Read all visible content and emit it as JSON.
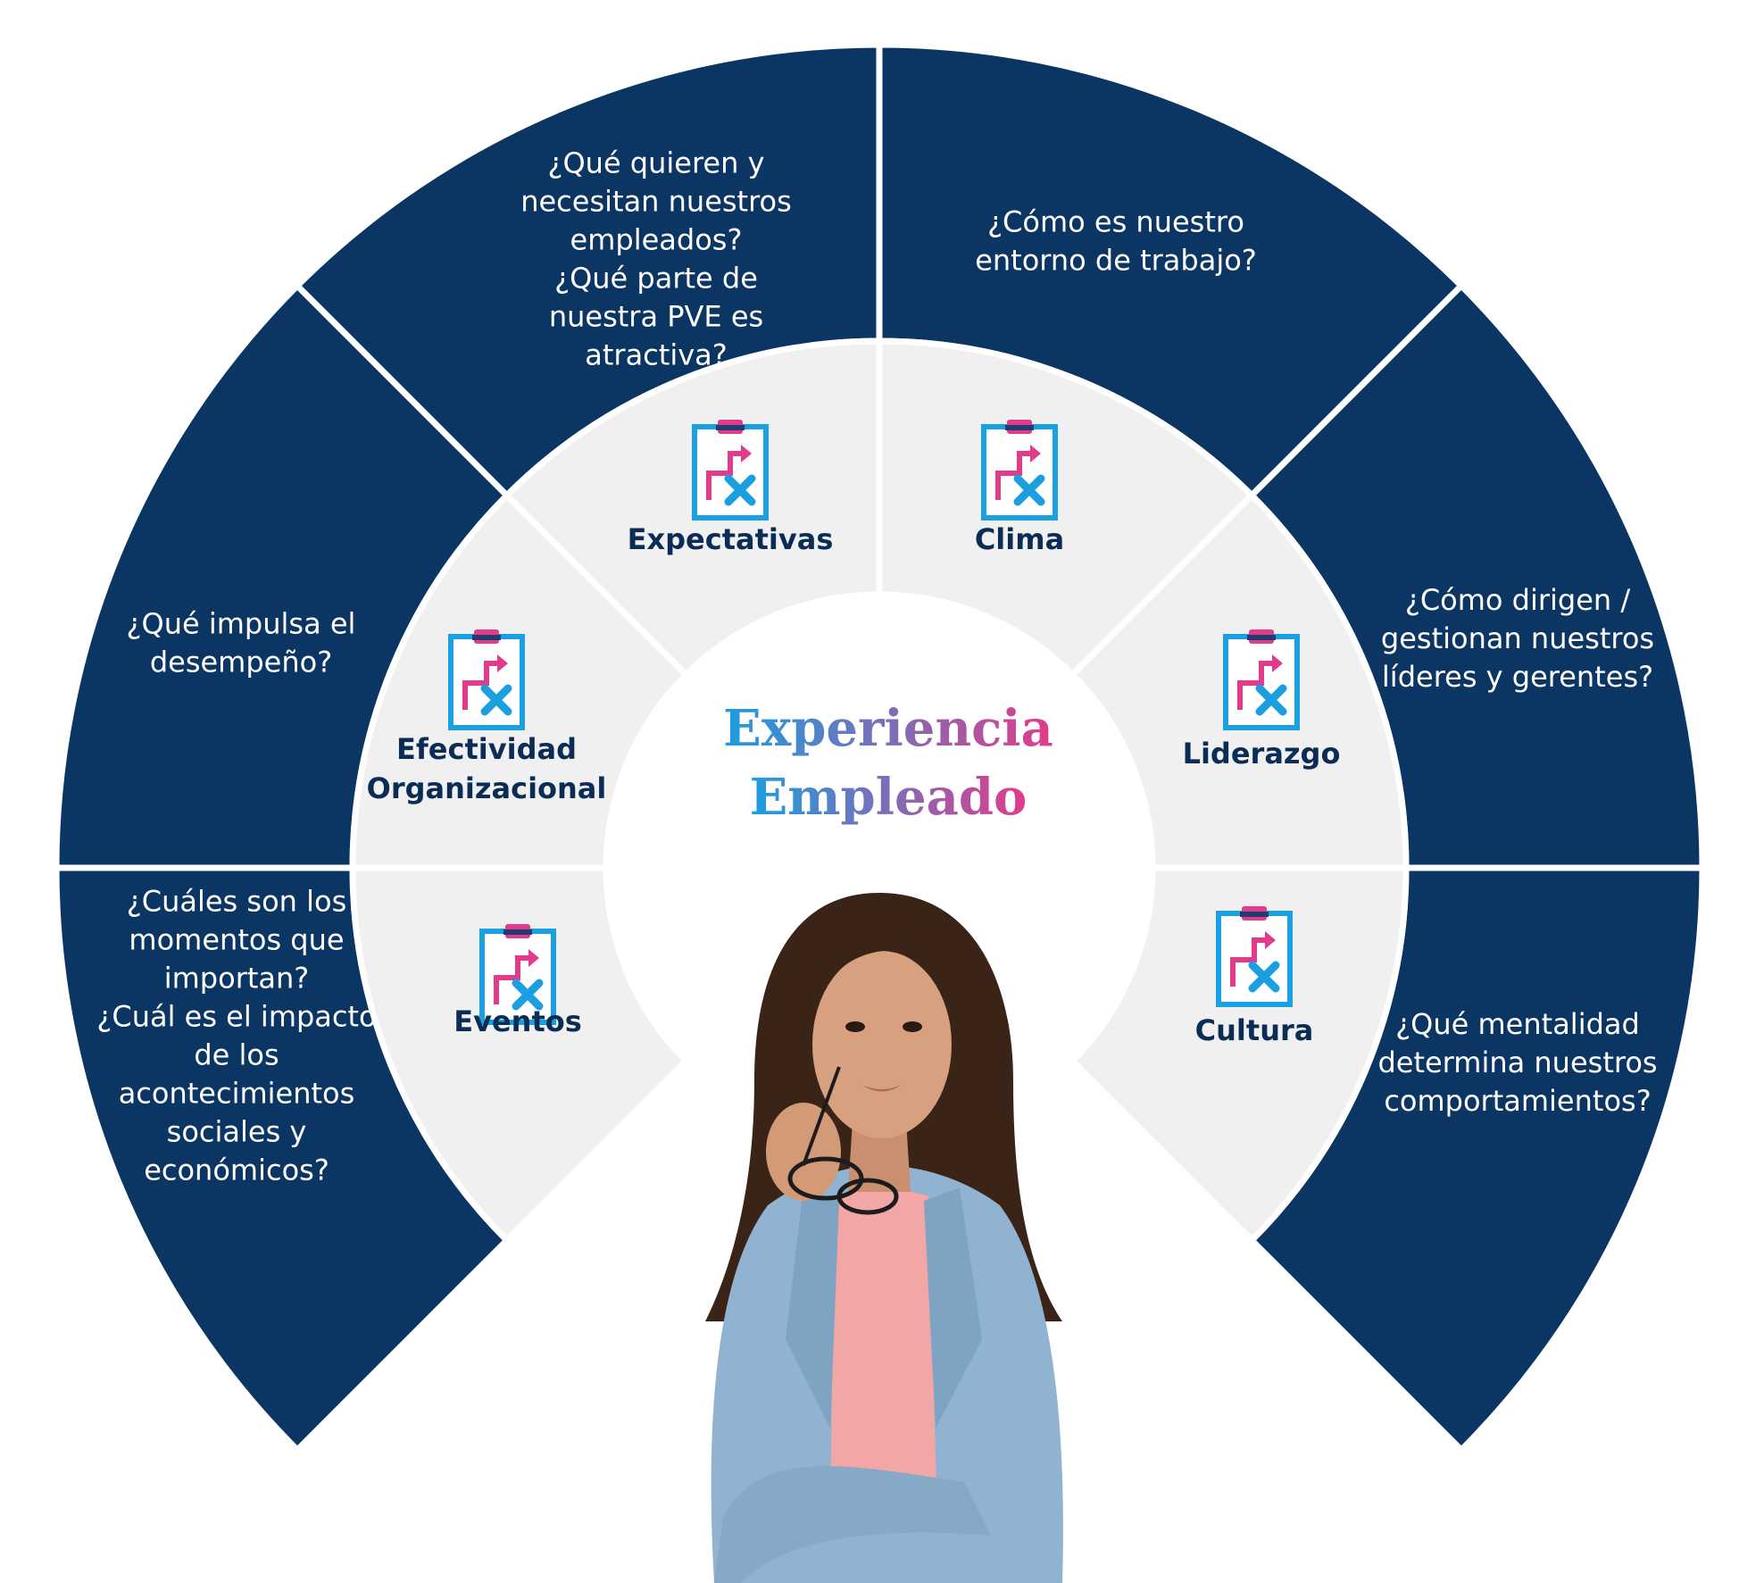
{
  "title": {
    "line1": "Experiencia",
    "line2": "Empleado"
  },
  "segments": [
    {
      "id": "eventos",
      "label_lines": [
        "Eventos"
      ],
      "question_lines": [
        "¿Cuáles son los",
        "momentos que",
        "importan?",
        "¿Cuál es el impacto",
        "de los",
        "acontecimientos",
        "sociales y",
        "económicos?"
      ],
      "icon": "clipboard-route-icon"
    },
    {
      "id": "efectividad-organizacional",
      "label_lines": [
        "Efectividad",
        "Organizacional"
      ],
      "question_lines": [
        "¿Qué impulsa el",
        "desempeño?"
      ],
      "icon": "clipboard-route-icon"
    },
    {
      "id": "expectativas",
      "label_lines": [
        "Expectativas"
      ],
      "question_lines": [
        "¿Qué quieren y",
        "necesitan nuestros",
        "empleados?",
        "¿Qué parte de",
        "nuestra PVE es",
        "atractiva?"
      ],
      "icon": "clipboard-route-icon"
    },
    {
      "id": "clima",
      "label_lines": [
        "Clima"
      ],
      "question_lines": [
        "¿Cómo es nuestro",
        "entorno de trabajo?"
      ],
      "icon": "clipboard-route-icon"
    },
    {
      "id": "liderazgo",
      "label_lines": [
        "Liderazgo"
      ],
      "question_lines": [
        "¿Cómo dirigen /",
        "gestionan nuestros",
        "líderes y gerentes?"
      ],
      "icon": "clipboard-route-icon"
    },
    {
      "id": "cultura",
      "label_lines": [
        "Cultura"
      ],
      "question_lines": [
        "¿Qué mentalidad",
        "determina nuestros",
        "comportamientos?"
      ],
      "icon": "clipboard-route-icon"
    }
  ],
  "colors": {
    "outer_ring": "#0b3562",
    "inner_ring": "#f0f0f1",
    "label": "#0b2d55",
    "icon_blue": "#1a9fe0",
    "icon_pink": "#e23b8c",
    "icon_navy": "#1f3d6e",
    "title_gradient_start": "#1a9fe0",
    "title_gradient_end": "#e23b8c"
  },
  "photo": {
    "subject": "thoughtful woman holding glasses"
  }
}
